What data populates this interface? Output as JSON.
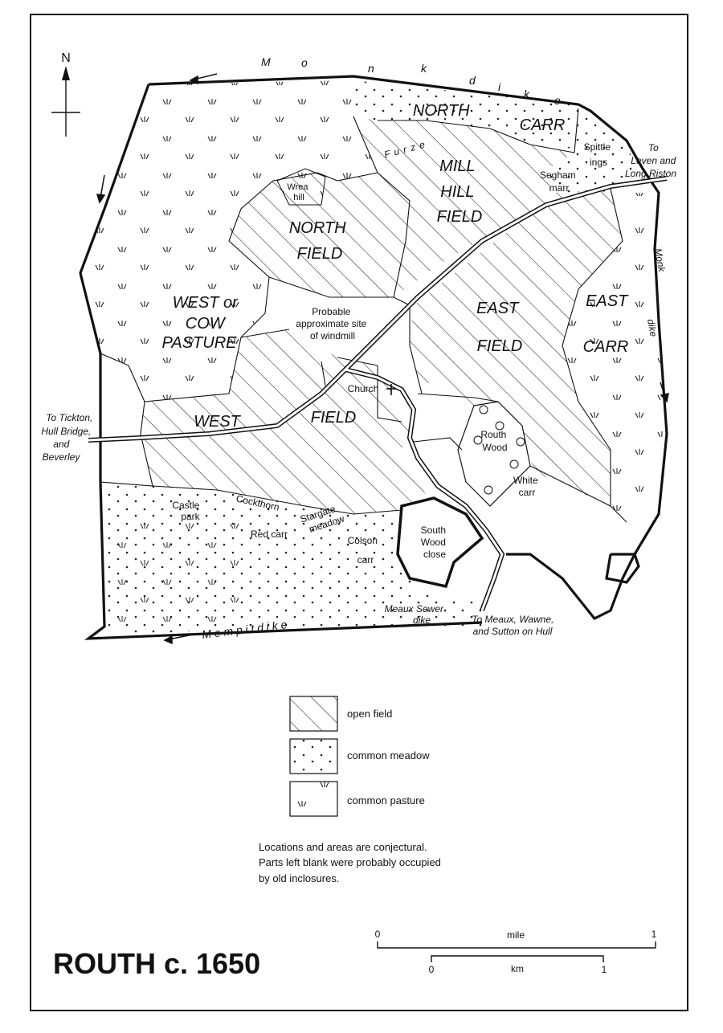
{
  "title": "ROUTH c. 1650",
  "north_label": "N",
  "fields": {
    "north_field": [
      "NORTH",
      "FIELD"
    ],
    "mill_hill_field": [
      "MILL",
      "HILL",
      "FIELD"
    ],
    "east_field": [
      "EAST",
      "FIELD"
    ],
    "west_field_1": "WEST",
    "west_field_2": "FIELD",
    "north_carr": [
      "NORTH",
      "CARR"
    ],
    "east_carr": [
      "EAST",
      "CARR"
    ],
    "west_pasture": [
      "WEST or",
      "COW",
      "PASTURE"
    ]
  },
  "places": {
    "wrea_hill": [
      "Wrea",
      "hill"
    ],
    "spittle_ings": [
      "Spittle",
      "ings"
    ],
    "segham_marr": [
      "Segham",
      "marr"
    ],
    "windmill": [
      "Probable",
      "approximate site",
      "of windmill"
    ],
    "church": "Church",
    "routh_wood": [
      "Routh",
      "Wood"
    ],
    "white_carr": [
      "White",
      "carr"
    ],
    "south_wood_close": [
      "South",
      "Wood",
      "close"
    ],
    "castle_park": [
      "Castle",
      "park"
    ],
    "cockthorn": "Cockthorn",
    "stargate_meadow": [
      "Stargate",
      "meadow"
    ],
    "red_carr": "Red carr",
    "colson_carr": [
      "Colson",
      "carr"
    ],
    "meaux_sewer": [
      "Meaux Sewer",
      "dike"
    ],
    "furze": "F u r z e"
  },
  "waterways": {
    "monk_dike_top": [
      "M",
      "o",
      "n",
      "k",
      "d",
      "i",
      "k",
      "e"
    ],
    "monk_dike_right_1": "Monk",
    "monk_dike_right_2": "dike",
    "mempit_dike": "M e m p i t   d i k e"
  },
  "roads": {
    "to_leven": [
      "To",
      "Leven and",
      "Long Riston"
    ],
    "to_tickton": [
      "To Tickton,",
      "Hull Bridge,",
      "and",
      "Beverley"
    ],
    "to_meaux": [
      "To Meaux, Wawne,",
      "and Sutton on Hull"
    ]
  },
  "legend": {
    "items": [
      {
        "pattern": "hatch",
        "label": "open field"
      },
      {
        "pattern": "dots",
        "label": "common meadow"
      },
      {
        "pattern": "tufts",
        "label": "common pasture"
      }
    ],
    "note": [
      "Locations and areas are conjectural.",
      "Parts left blank were probably occupied",
      "by old inclosures."
    ]
  },
  "scale": {
    "mile_start": "0",
    "mile_label": "mile",
    "mile_end": "1",
    "km_start": "0",
    "km_label": "km",
    "km_end": "1"
  }
}
